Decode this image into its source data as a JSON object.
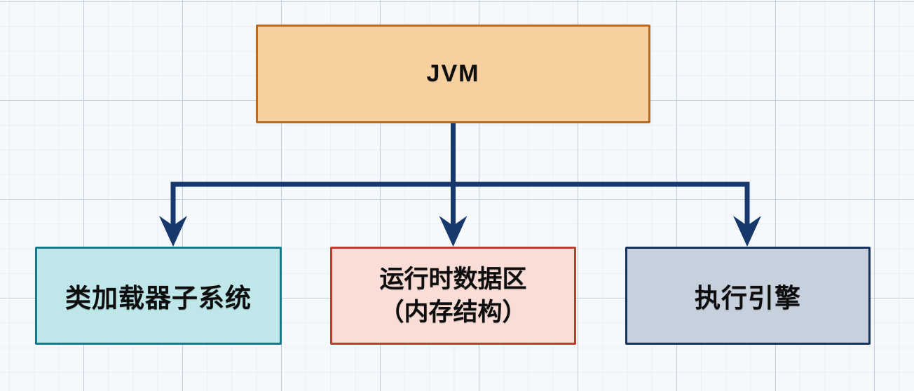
{
  "diagram": {
    "nodes": {
      "root": {
        "label": "JVM",
        "fill": "#f8d0a0",
        "border": "#bc6a1e"
      },
      "class_loader": {
        "label": "类加载器子系统",
        "fill": "#bfe7ea",
        "border": "#157a8a"
      },
      "runtime_data_area": {
        "label_line1": "运行时数据区",
        "label_line2": "（内存结构）",
        "fill": "#f9ddd6",
        "border": "#c23a30"
      },
      "execution_engine": {
        "label": "执行引擎",
        "fill": "#c7d1dd",
        "border": "#16325c"
      }
    },
    "connector_color": "#17386b",
    "background_color": "#f6f9fc"
  }
}
